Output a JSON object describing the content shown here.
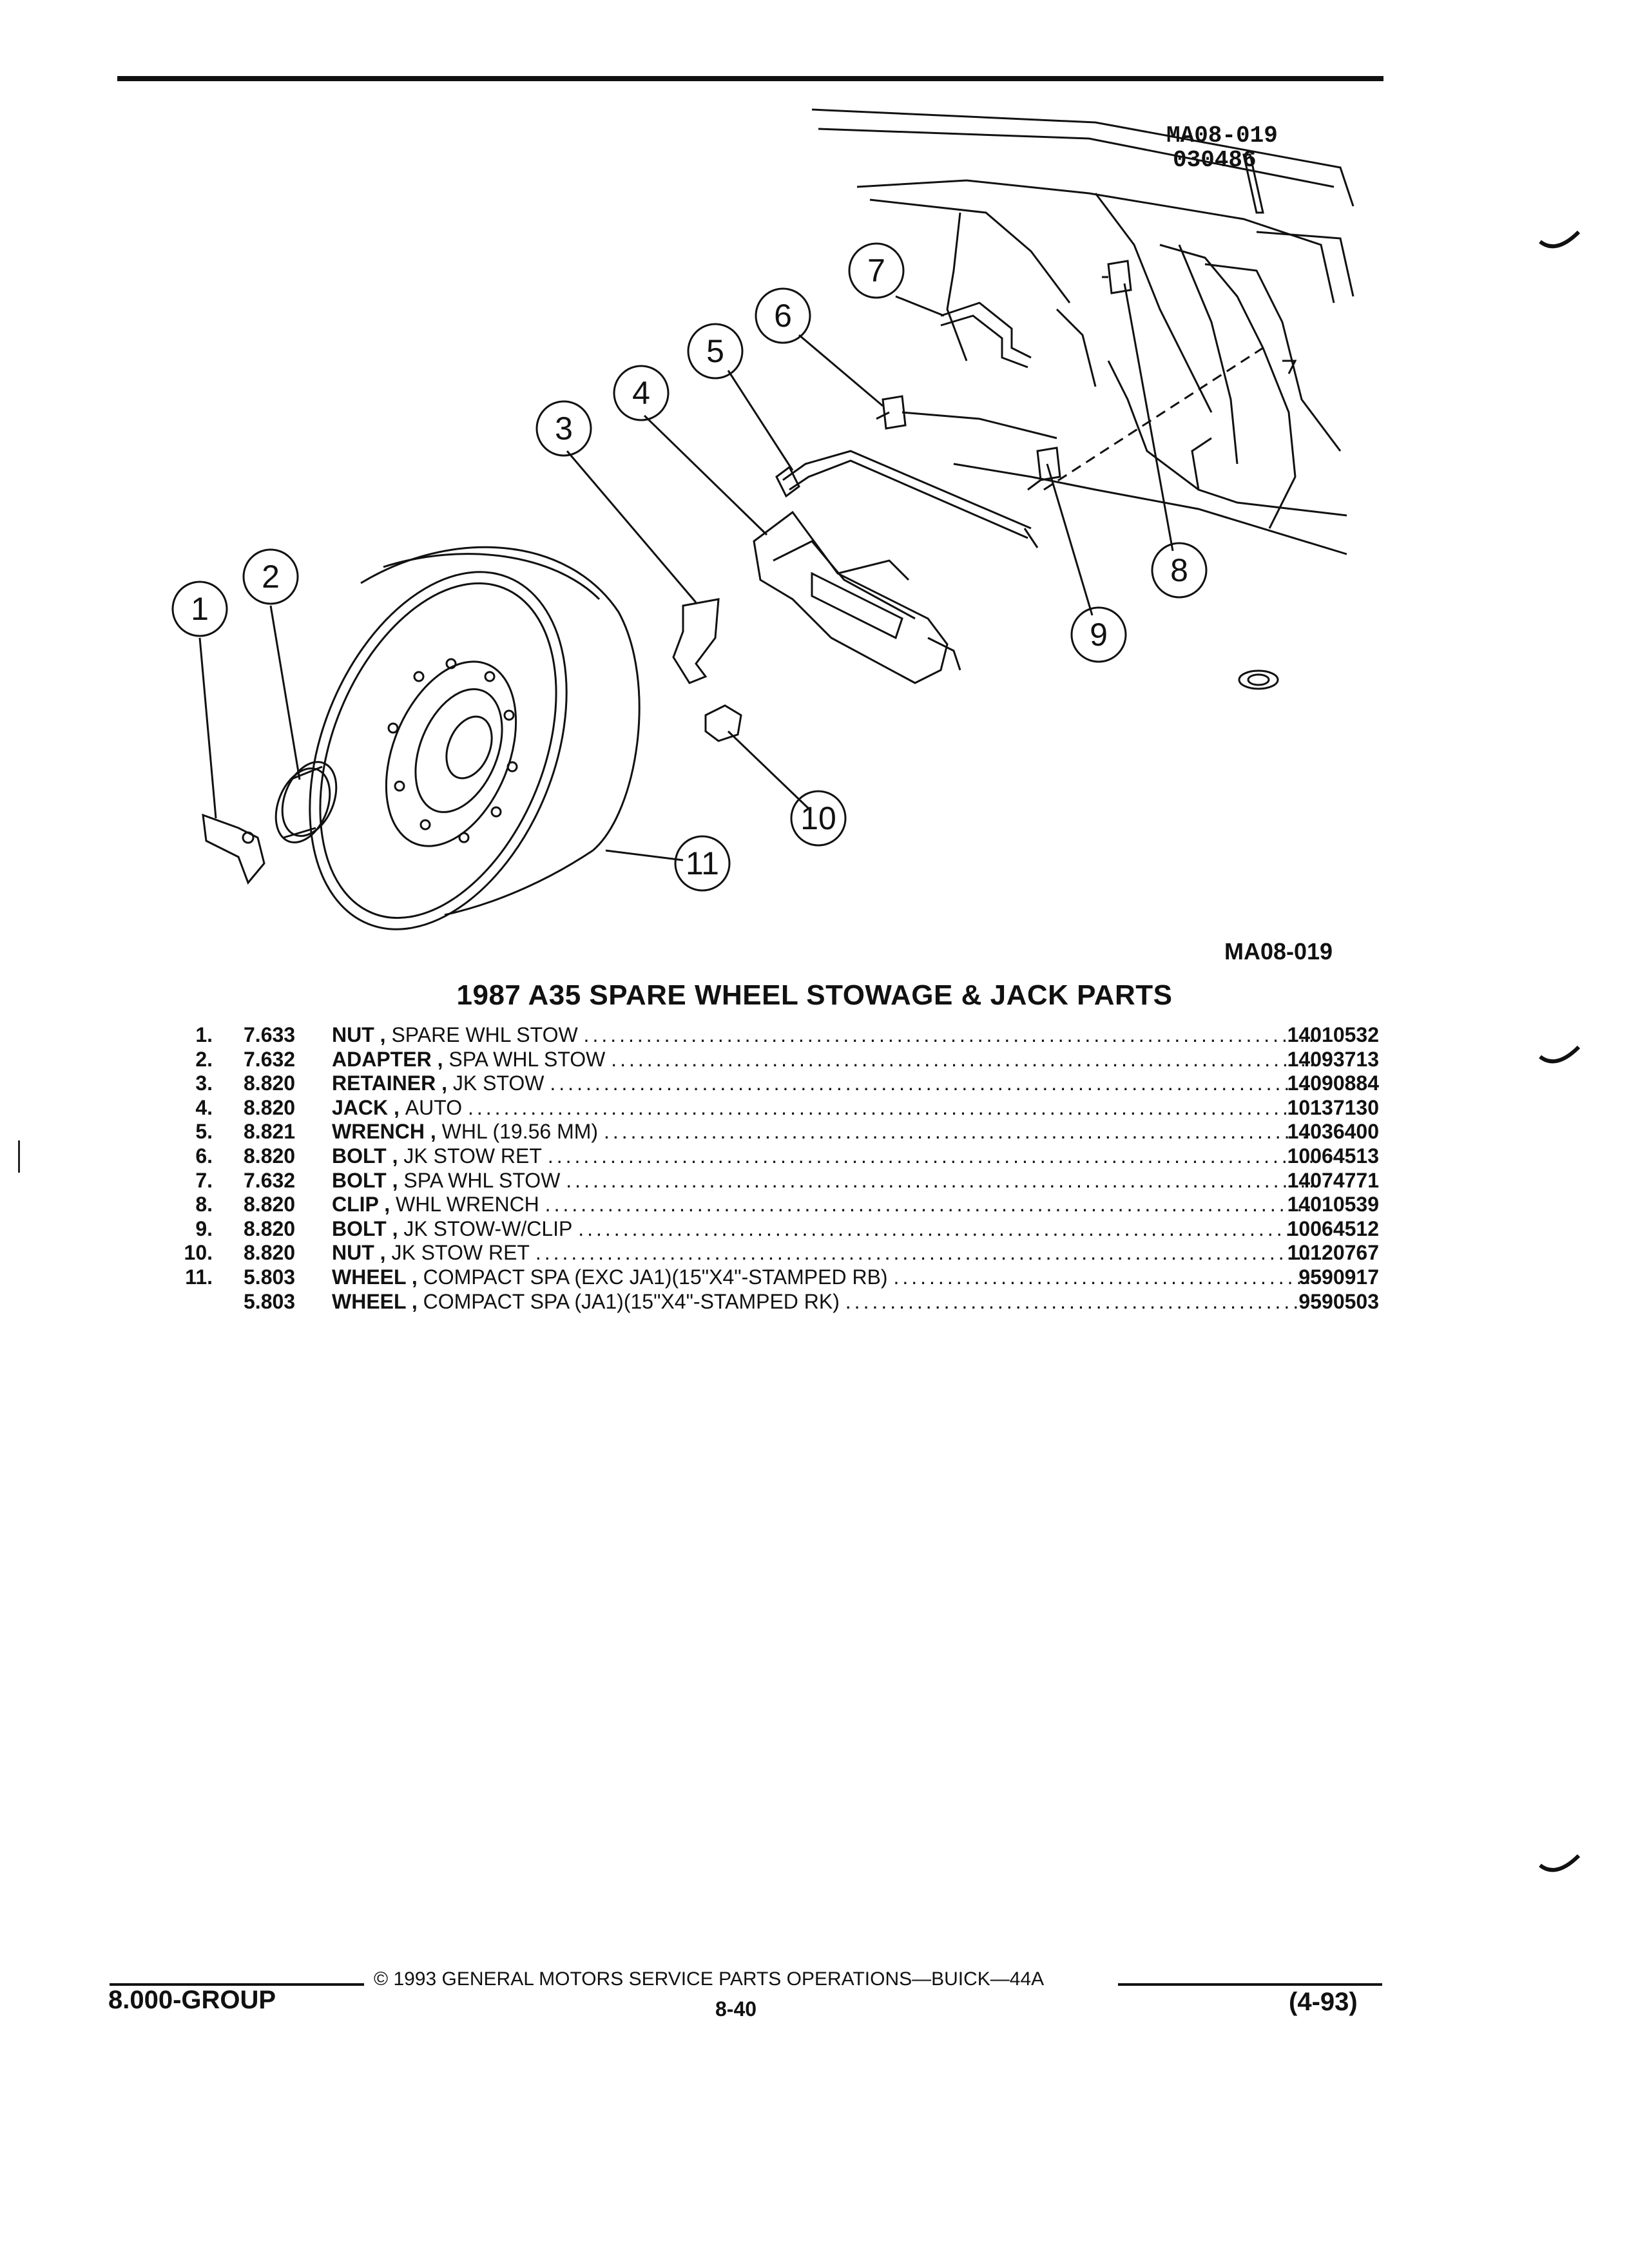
{
  "illustration": {
    "stamp_line1": "MA08-019",
    "stamp_line2": "030486",
    "callouts": [
      "1",
      "2",
      "3",
      "4",
      "5",
      "6",
      "7",
      "8",
      "9",
      "10",
      "11"
    ],
    "code": "MA08-019"
  },
  "table": {
    "title": "1987 A35 SPARE WHEEL STOWAGE & JACK PARTS",
    "rows": [
      {
        "no": "1.",
        "group": "7.633",
        "name": "NUT",
        "qualifier": "SPARE WHL STOW",
        "part": "14010532"
      },
      {
        "no": "2.",
        "group": "7.632",
        "name": "ADAPTER",
        "qualifier": "SPA WHL STOW",
        "part": "14093713"
      },
      {
        "no": "3.",
        "group": "8.820",
        "name": "RETAINER",
        "qualifier": "JK STOW",
        "part": "14090884"
      },
      {
        "no": "4.",
        "group": "8.820",
        "name": "JACK",
        "qualifier": "AUTO",
        "part": "10137130"
      },
      {
        "no": "5.",
        "group": "8.821",
        "name": "WRENCH",
        "qualifier": "WHL (19.56 MM)",
        "part": "14036400"
      },
      {
        "no": "6.",
        "group": "8.820",
        "name": "BOLT",
        "qualifier": "JK STOW RET",
        "part": "10064513"
      },
      {
        "no": "7.",
        "group": "7.632",
        "name": "BOLT",
        "qualifier": "SPA WHL STOW",
        "part": "14074771"
      },
      {
        "no": "8.",
        "group": "8.820",
        "name": "CLIP",
        "qualifier": "WHL WRENCH",
        "part": "14010539"
      },
      {
        "no": "9.",
        "group": "8.820",
        "name": "BOLT",
        "qualifier": "JK STOW-W/CLIP",
        "part": "10064512"
      },
      {
        "no": "10.",
        "group": "8.820",
        "name": "NUT",
        "qualifier": "JK STOW RET",
        "part": "10120767"
      },
      {
        "no": "11.",
        "group": "5.803",
        "name": "WHEEL",
        "qualifier": "COMPACT SPA (EXC JA1)(15\"X4\"-STAMPED RB)",
        "part": "9590917"
      },
      {
        "no": "",
        "group": "5.803",
        "name": "WHEEL",
        "qualifier": "COMPACT SPA (JA1)(15\"X4\"-STAMPED RK)",
        "part": "9590503"
      }
    ]
  },
  "footer": {
    "copyright": "© 1993 GENERAL MOTORS SERVICE PARTS OPERATIONS—BUICK—44A",
    "group": "8.000-GROUP",
    "page": "8-40",
    "date": "(4-93)"
  }
}
